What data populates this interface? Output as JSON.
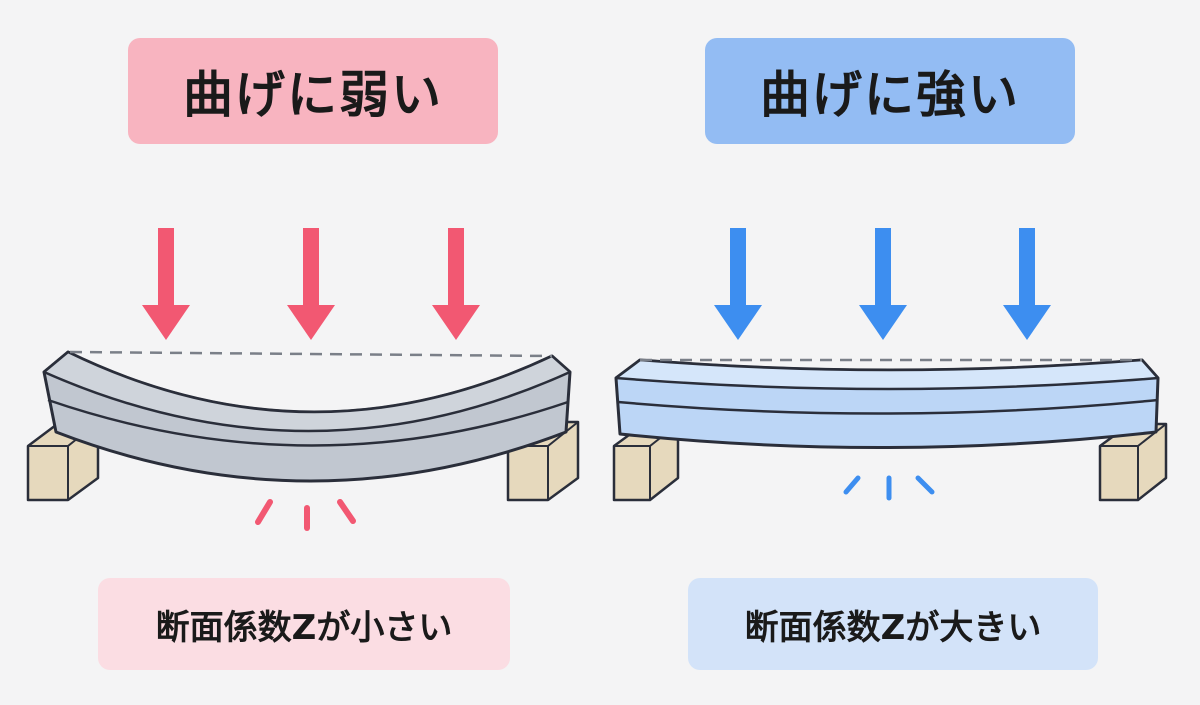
{
  "panels": {
    "weak": {
      "title": "曲げに弱い",
      "label": "断面係数Zが小さい",
      "accent": "#f25872",
      "beam_fill": "#c1c7d0"
    },
    "strong": {
      "title": "曲げに強い",
      "label": "断面係数Zが大きい",
      "accent": "#3d8ef0",
      "beam_fill": "#bcd6f6"
    }
  },
  "colors": {
    "background": "#f4f4f5",
    "support_block": "#e6d9bd",
    "outline": "#2a2e3a",
    "reference_line": "#7a7f88"
  }
}
